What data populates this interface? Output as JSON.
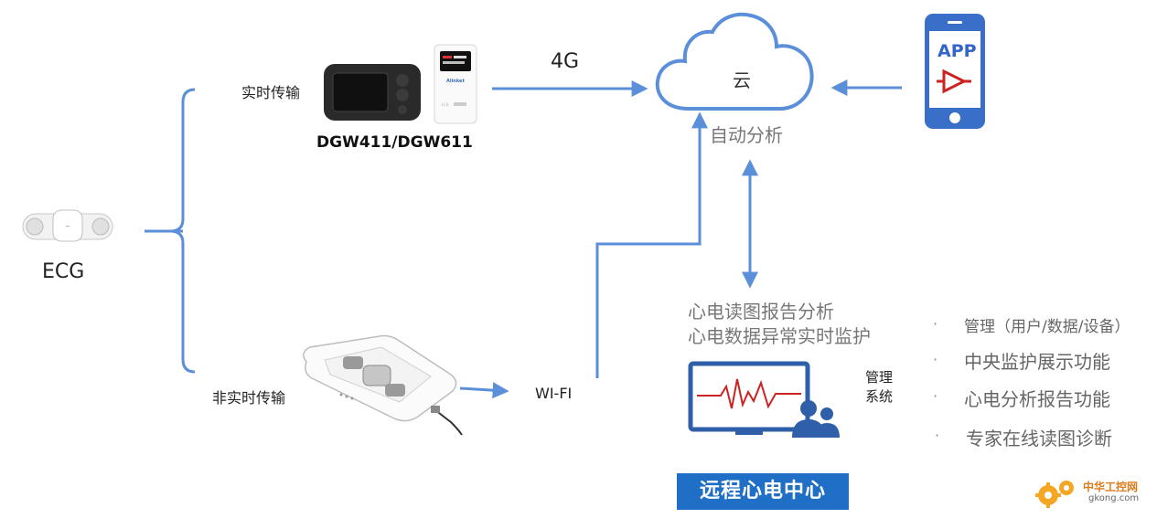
{
  "nodes": {
    "ecg": "ECG",
    "realtime": "实时传输",
    "nonrealtime": "非实时传输",
    "device_model": "DGW411/DGW611",
    "link_4g": "4G",
    "wifi": "WI-FI",
    "cloud": "云",
    "auto_analysis": "自动分析",
    "app": "APP",
    "center_line1": "心电读图报告分析",
    "center_line2": "心电数据异常实时监护",
    "mgmt_line1": "管理",
    "mgmt_line2": "系统",
    "banner": "远程心电中心"
  },
  "features": [
    "管理（用户/数据/设备）",
    "中央监护展示功能",
    "心电分析报告功能",
    "专家在线读图诊断"
  ],
  "bullet_symbol": "·",
  "watermark": {
    "line1": "中华工控网",
    "line2": "gkong.com"
  },
  "device_screen_brand": "Alinket",
  "colors": {
    "connector": "#5b8fd9",
    "banner": "#1f6fc6",
    "app_blue": "#3366cc",
    "app_red": "#cc2222"
  }
}
